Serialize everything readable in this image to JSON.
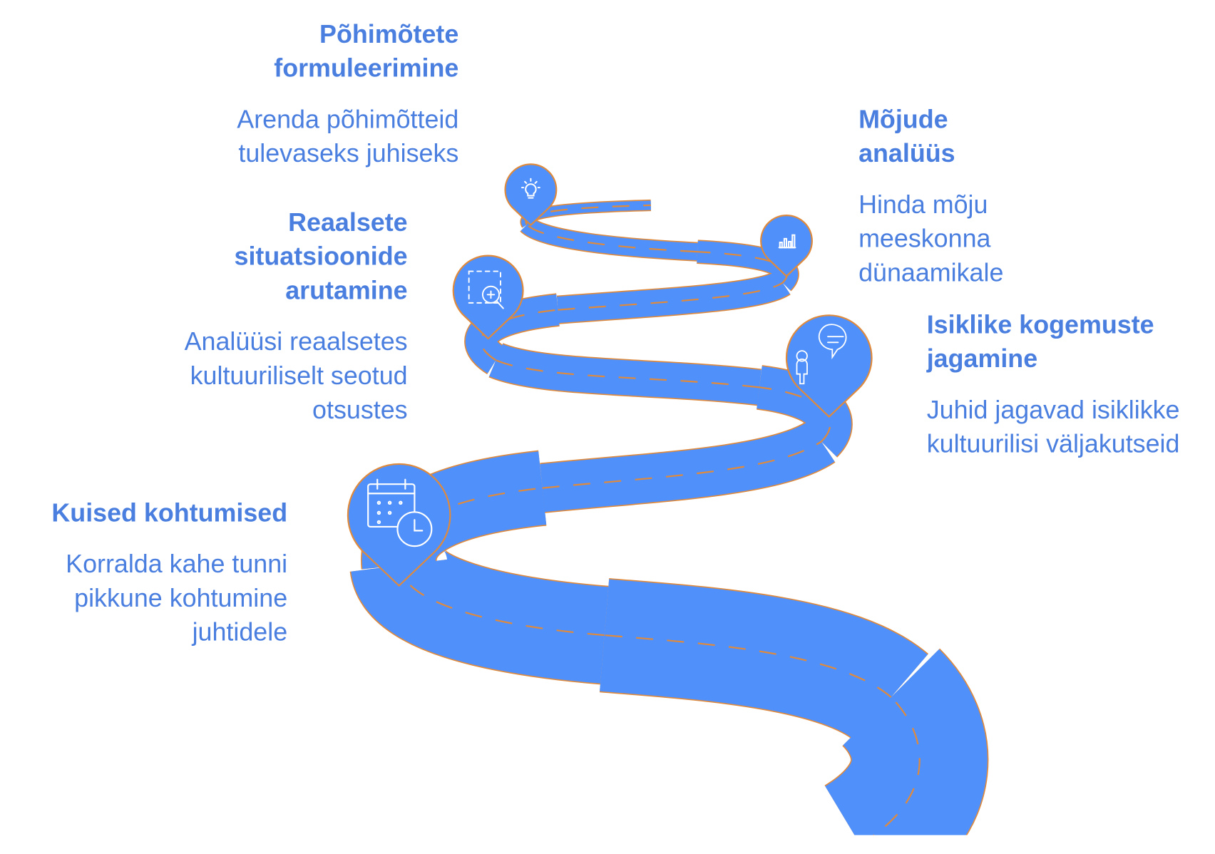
{
  "colors": {
    "road": "#5090fa",
    "outline": "#e08a3c",
    "text": "#4a7fe0",
    "icon": "#ffffff"
  },
  "steps": [
    {
      "title": "Kuised kohtumised",
      "desc": "Korralda kahe tunni pikkune kohtumine juhtidele",
      "icon": "calendar-clock-icon"
    },
    {
      "title": "Isiklike kogemuste jagamine",
      "desc": "Juhid jagavad isiklikke kultuurilisi väljakutseid",
      "icon": "person-speech-icon"
    },
    {
      "title": "Reaalsete situatsioonide arutamine",
      "desc": "Analüüsi reaalsetes kultuuriliselt seotud otsustes",
      "icon": "zoom-in-icon"
    },
    {
      "title": "Mõjude analüüs",
      "desc": "Hinda mõju meeskonna dünaamikale",
      "icon": "bar-chart-icon"
    },
    {
      "title": "Põhimõtete formuleerimine",
      "desc": "Arenda põhimõtteid tulevaseks juhiseks",
      "icon": "lightbulb-icon"
    }
  ]
}
